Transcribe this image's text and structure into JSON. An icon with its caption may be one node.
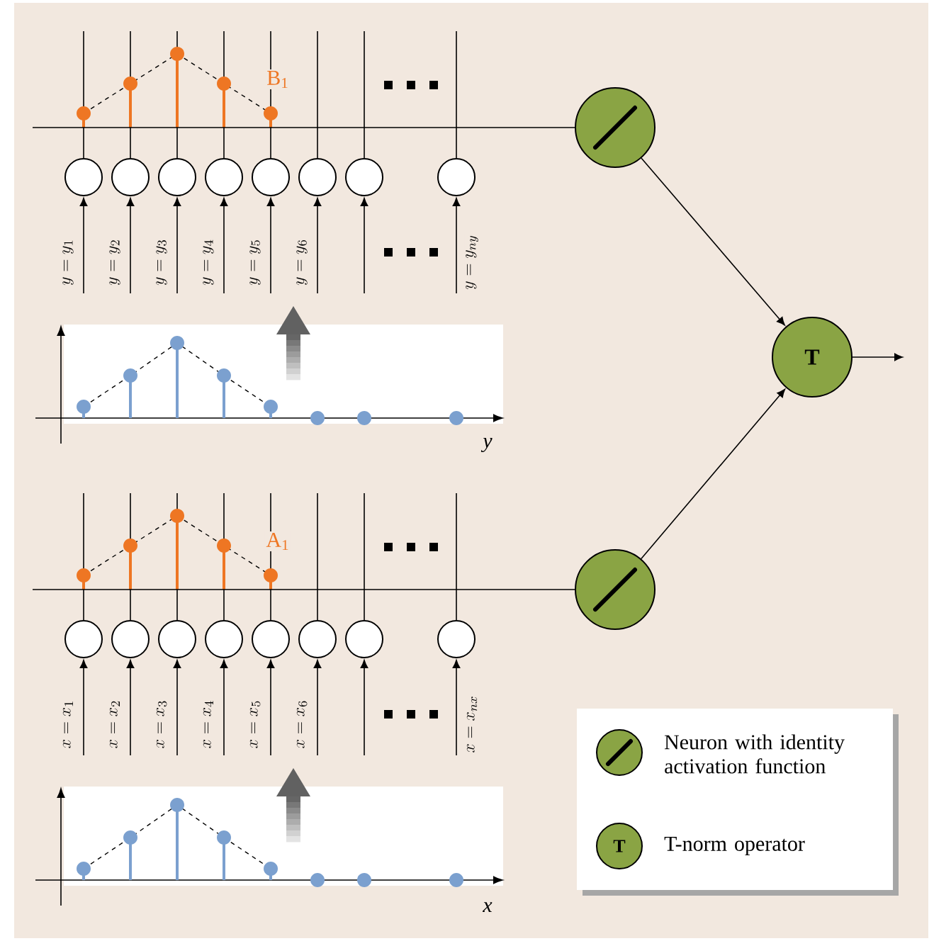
{
  "diagram": {
    "nodes": [
      {
        "text": [],
        "shape": "circle"
      },
      {
        "text": [],
        "shape": "circle"
      },
      {
        "text": [],
        "shape": "circle"
      },
      {
        "text": [],
        "shape": "circle"
      },
      {
        "text": [],
        "shape": "circle"
      },
      {
        "text": [],
        "shape": "circle"
      },
      {
        "text": [],
        "shape": "circle"
      },
      {
        "text": [],
        "shape": "circle"
      },
      {
        "text": [],
        "shape": "circle"
      },
      {
        "text": [
          "T"
        ]
      },
      {
        "text": [],
        "shape": "circle"
      },
      {
        "text": [],
        "shape": "circle"
      },
      {
        "text": [],
        "shape": "circle"
      },
      {
        "text": [],
        "shape": "circle"
      },
      {
        "text": [],
        "shape": "circle"
      },
      {
        "text": [],
        "shape": "circle"
      },
      {
        "text": [],
        "shape": "circle"
      },
      {
        "text": [],
        "shape": "circle"
      },
      {
        "text": [],
        "shape": "circle"
      }
    ],
    "edges": [
      {
        "from": null,
        "to": 0,
        "arrow": "to",
        "label": "y = y_{1}"
      },
      {
        "from": null,
        "to": 1,
        "arrow": "to",
        "label": "y = y_{2}"
      },
      {
        "from": null,
        "to": 2,
        "arrow": "to",
        "label": "y = y_{3}"
      },
      {
        "from": null,
        "to": 3,
        "arrow": "to",
        "label": "y = y_{4}"
      },
      {
        "from": null,
        "to": 4,
        "arrow": "to",
        "label": "y = y_{5}"
      },
      {
        "from": null,
        "to": 5,
        "arrow": "to",
        "label": "y = y_{6}"
      },
      {
        "from": null,
        "to": 6,
        "arrow": "to"
      },
      {
        "from": null,
        "to": 7,
        "arrow": "to",
        "label": "y = y_{ny}"
      },
      {
        "from": null,
        "to": 8,
        "arrow": "none"
      },
      {
        "from": 8,
        "to": 9,
        "arrow": "to"
      },
      {
        "from": 18,
        "to": 9,
        "arrow": "to"
      },
      {
        "from": 9,
        "to": null,
        "arrow": "to"
      },
      {
        "from": null,
        "to": 10,
        "arrow": "to",
        "label": "x = x_{1}"
      },
      {
        "from": null,
        "to": 11,
        "arrow": "to",
        "label": "x = x_{2}"
      },
      {
        "from": null,
        "to": 12,
        "arrow": "to",
        "label": "x = x_{3}"
      },
      {
        "from": null,
        "to": 13,
        "arrow": "to",
        "label": "x = x_{4}"
      },
      {
        "from": null,
        "to": 14,
        "arrow": "to",
        "label": "x = x_{5}"
      },
      {
        "from": null,
        "to": 15,
        "arrow": "to",
        "label": "x = x_{6}"
      },
      {
        "from": null,
        "to": 16,
        "arrow": "to"
      },
      {
        "from": null,
        "to": 17,
        "arrow": "to",
        "label": "x = x_{nx}"
      },
      {
        "from": null,
        "to": 18,
        "arrow": "none"
      }
    ],
    "labels": [
      "B$_{1}$",
      "y",
      "A$_{1}$",
      "x",
      "T"
    ],
    "legend": [
      {
        "text": "Neuron with identity activation function"
      },
      {
        "text": "T-norm operator"
      }
    ]
  }
}
